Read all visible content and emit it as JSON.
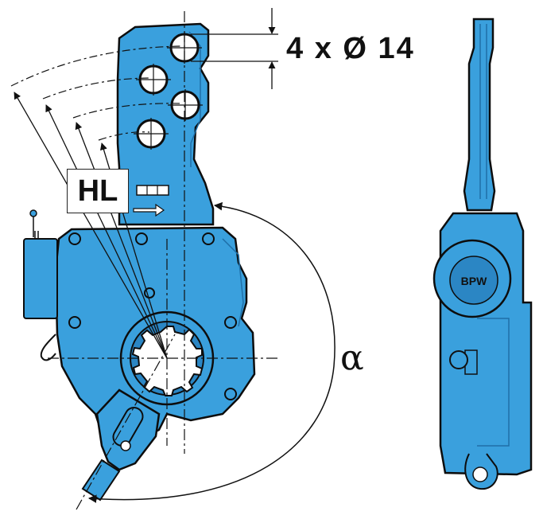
{
  "labels": {
    "hole_dimension": "4 x Ø 14",
    "lever_length": "HL",
    "angle": "α"
  },
  "colors": {
    "part_fill": "#3aa0dd",
    "part_shade": "#2b86c4",
    "outline": "#0d0d0d",
    "background": "#ffffff"
  }
}
